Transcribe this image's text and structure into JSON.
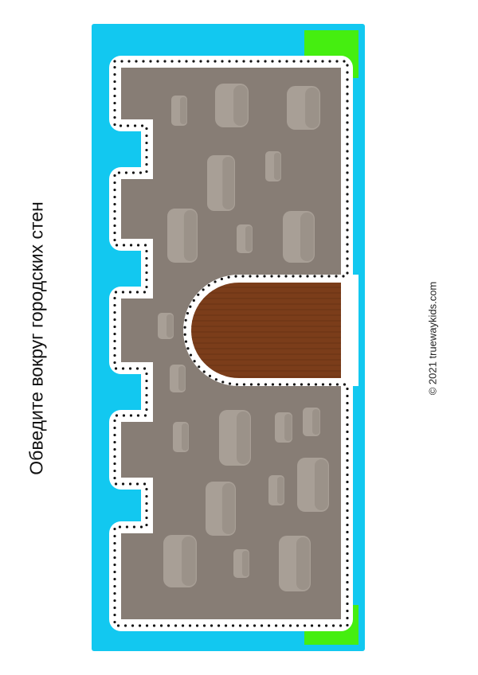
{
  "worksheet": {
    "instruction": "Обведите вокруг городских стен",
    "copyright": "© 2021 truewaykids.com"
  },
  "colors": {
    "water": "#12c8f0",
    "grass": "#45ee10",
    "wall": "#877d75",
    "stone": "#a89f96",
    "door": "#7b3d1a",
    "outline": "#ffffff",
    "dots": "#111111"
  },
  "icons": [
    "city-wall-illustration",
    "stone-icon",
    "gate-icon"
  ]
}
